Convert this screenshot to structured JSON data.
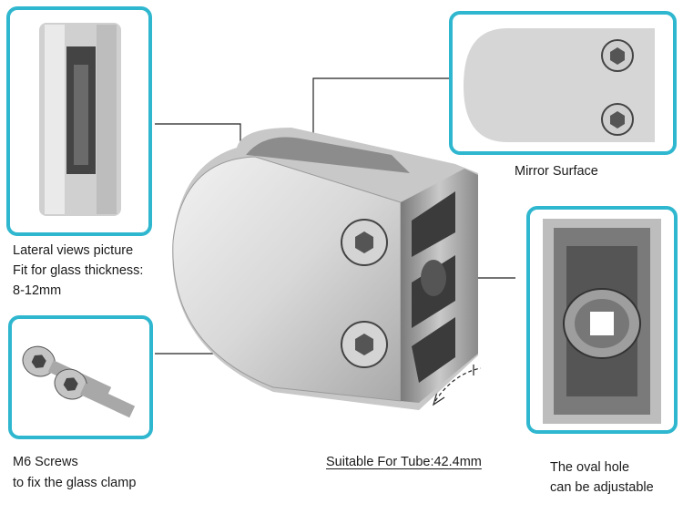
{
  "captions": {
    "lateral_line1": "Lateral views picture",
    "lateral_line2": "Fit for glass thickness:",
    "lateral_line3": "8-12mm",
    "mirror": "Mirror Surface",
    "screws_line1": "M6 Screws",
    "screws_line2": "to fix the glass clamp",
    "tube": "Suitable For Tube:42.4mm",
    "oval_line1": "The oval hole",
    "oval_line2": "can be adjustable"
  },
  "colors": {
    "frame_border": "#2fb7cf",
    "metal_light": "#e6e6e6",
    "metal_dark": "#555555"
  }
}
